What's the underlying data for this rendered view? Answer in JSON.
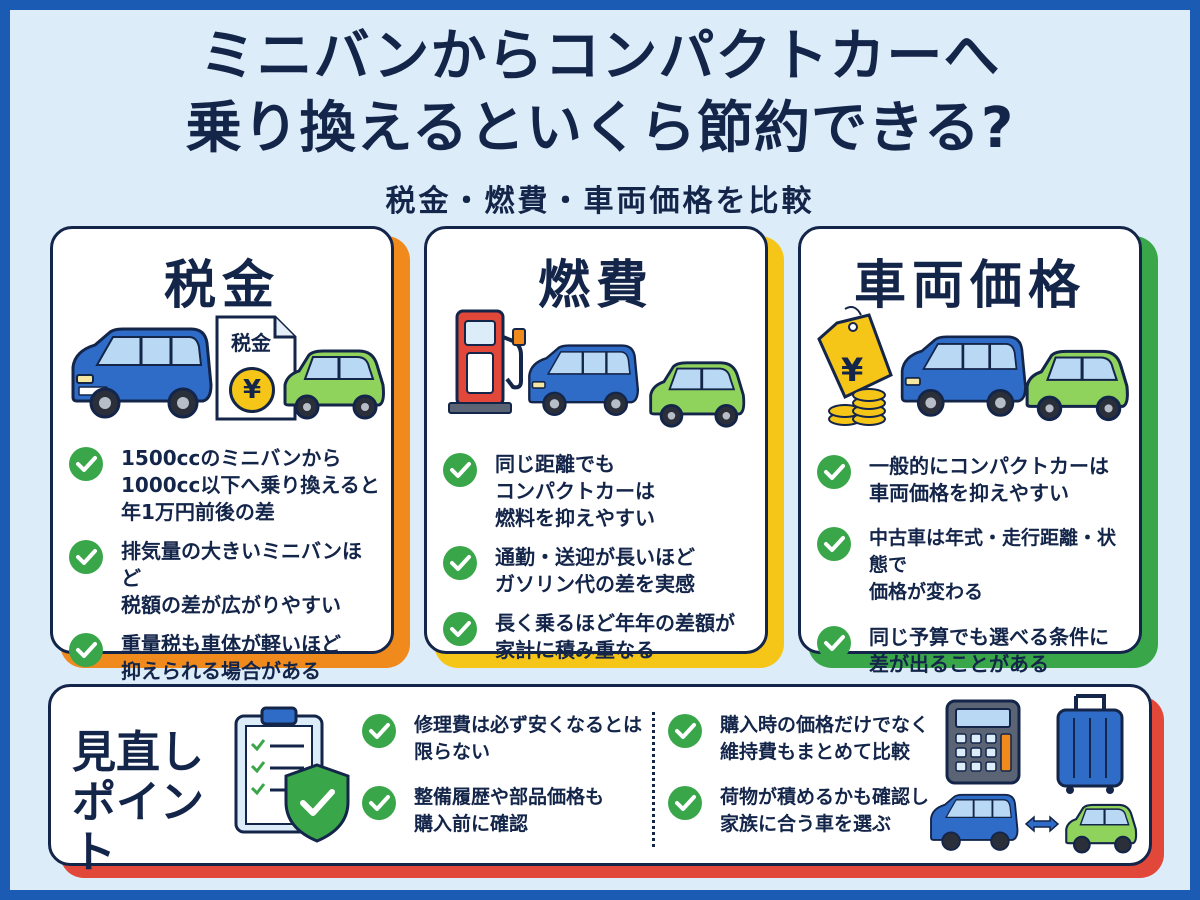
{
  "header": {
    "title_line1": "ミニバンからコンパクトカーへ",
    "title_line2": "乗り換えるといくら節約できる?",
    "subtitle": "税金・燃費・車両価格を比較"
  },
  "colors": {
    "frame": "#1c5bb4",
    "background": "#dcecf9",
    "navy": "#14254a",
    "check_green": "#3aa64a",
    "minivan_blue": "#2e6cc8",
    "compact_green": "#8fd25c",
    "accent_orange": "#f08a1c",
    "accent_yellow": "#f5c518",
    "accent_green": "#3aa64a",
    "accent_red": "#e2483a"
  },
  "cards": [
    {
      "title": "税金",
      "document_label": "税金",
      "yen_symbol": "¥",
      "icons": [
        "minivan-icon",
        "tax-document-icon",
        "yen-coin-icon",
        "compact-car-icon"
      ],
      "bullets": [
        "1500ccのミニバンから\n1000cc以下へ乗り換えると\n年1万円前後の差",
        "排気量の大きいミニバンほど\n税額の差が広がりやすい",
        "重量税も車体が軽いほど\n抑えられる場合がある"
      ]
    },
    {
      "title": "燃費",
      "icons": [
        "fuel-pump-icon",
        "minivan-icon",
        "compact-car-icon"
      ],
      "bullets": [
        "同じ距離でも\nコンパクトカーは\n燃料を抑えやすい",
        "通勤・送迎が長いほど\nガソリン代の差を実感",
        "長く乗るほど年年の差額が\n家計に積み重なる"
      ]
    },
    {
      "title": "車両価格",
      "yen_symbol": "¥",
      "icons": [
        "price-tag-icon",
        "coin-stack-icon",
        "minivan-icon",
        "compact-car-icon"
      ],
      "bullets": [
        "一般的にコンパクトカーは\n車両価格を抑えやすい",
        "中古車は年式・走行距離・状態で\n価格が変わる",
        "同じ予算でも選べる条件に\n差が出ることがある"
      ]
    }
  ],
  "review": {
    "title": "見直し\nポイント",
    "icons": [
      "clipboard-icon",
      "shield-check-icon",
      "calculator-icon",
      "suitcase-icon",
      "minivan-icon",
      "swap-arrow-icon",
      "compact-car-icon"
    ],
    "left_bullets": [
      "修理費は必ず安くなるとは\n限らない",
      "整備履歴や部品価格も\n購入前に確認"
    ],
    "right_bullets": [
      "購入時の価格だけでなく\n維持費もまとめて比較",
      "荷物が積めるかも確認し\n家族に合う車を選ぶ"
    ]
  }
}
